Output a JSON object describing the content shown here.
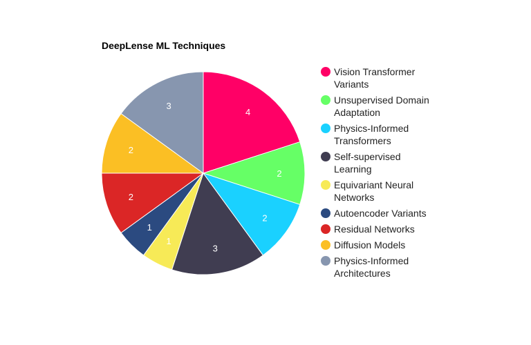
{
  "chart_data": {
    "type": "pie",
    "title": "DeepLense ML Techniques",
    "slices": [
      {
        "label": "Vision Transformer Variants",
        "legend_lines": [
          "Vision Transformer",
          "Variants"
        ],
        "value": 4,
        "color": "#FF0066"
      },
      {
        "label": "Unsupervised Domain Adaptation",
        "legend_lines": [
          "Unsupervised Domain",
          "Adaptation"
        ],
        "value": 2,
        "color": "#66FF66"
      },
      {
        "label": "Physics-Informed Transformers",
        "legend_lines": [
          "Physics-Informed",
          "Transformers"
        ],
        "value": 2,
        "color": "#1AD1FF"
      },
      {
        "label": "Self-supervised Learning",
        "legend_lines": [
          "Self-supervised",
          "Learning"
        ],
        "value": 3,
        "color": "#403D51"
      },
      {
        "label": "Equivariant Neural Networks",
        "legend_lines": [
          "Equivariant Neural",
          "Networks"
        ],
        "value": 1,
        "color": "#F7EA57"
      },
      {
        "label": "Autoencoder Variants",
        "legend_lines": [
          "Autoencoder Variants"
        ],
        "value": 1,
        "color": "#2B4A80"
      },
      {
        "label": "Residual Networks",
        "legend_lines": [
          "Residual Networks"
        ],
        "value": 2,
        "color": "#DB2626"
      },
      {
        "label": "Diffusion Models",
        "legend_lines": [
          "Diffusion Models"
        ],
        "value": 2,
        "color": "#FBBF24"
      },
      {
        "label": "Physics-Informed Architectures",
        "legend_lines": [
          "Physics-Informed",
          "Architectures"
        ],
        "value": 3,
        "color": "#8796AF"
      }
    ],
    "legend_position": "right"
  }
}
